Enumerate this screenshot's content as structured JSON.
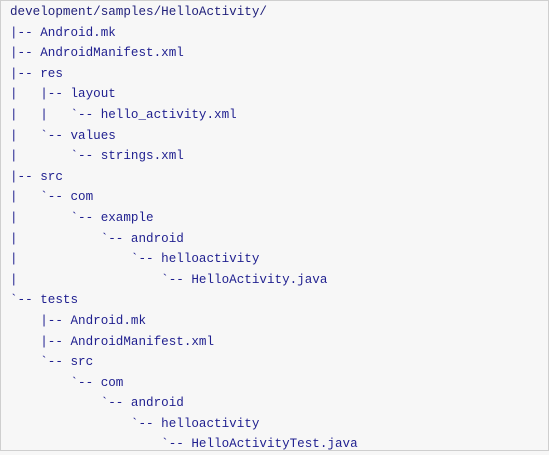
{
  "tree": {
    "lines": [
      "development/samples/HelloActivity/",
      "|-- Android.mk",
      "|-- AndroidManifest.xml",
      "|-- res",
      "|   |-- layout",
      "|   |   `-- hello_activity.xml",
      "|   `-- values",
      "|       `-- strings.xml",
      "|-- src",
      "|   `-- com",
      "|       `-- example",
      "|           `-- android",
      "|               `-- helloactivity",
      "|                   `-- HelloActivity.java",
      "`-- tests",
      "    |-- Android.mk",
      "    |-- AndroidManifest.xml",
      "    `-- src",
      "        `-- com",
      "            `-- android",
      "                `-- helloactivity",
      "                    `-- HelloActivityTest.java"
    ]
  }
}
